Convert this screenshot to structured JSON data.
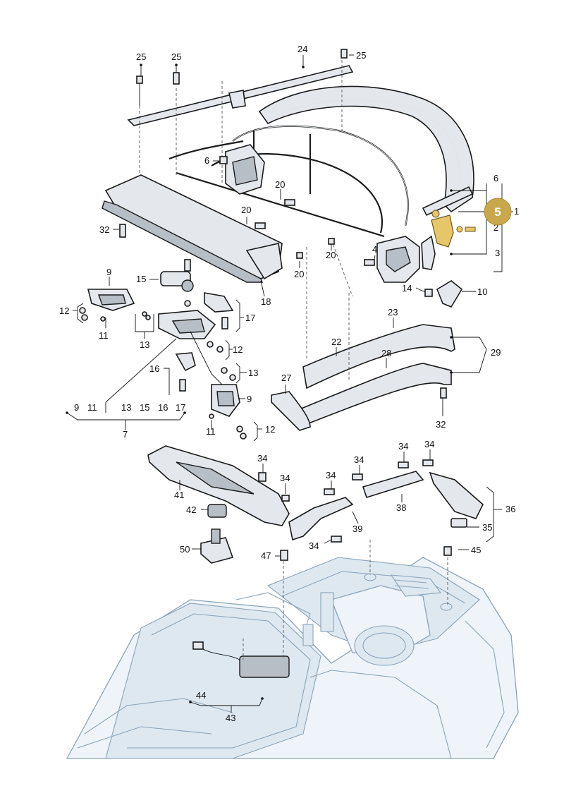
{
  "diagram": {
    "labels": {
      "l25a": "25",
      "l25b": "25",
      "l24": "24",
      "l25c": "25",
      "l6a": "6",
      "l6b": "6",
      "l1": "1",
      "l2": "2",
      "l3": "3",
      "l20a": "20",
      "l20b": "20",
      "l20c": "20",
      "l20d": "20",
      "l32a": "32",
      "l4": "4",
      "l9a": "9",
      "l15": "15",
      "l14": "14",
      "l10": "10",
      "l18": "18",
      "l12a": "12",
      "l11a": "11",
      "l17": "17",
      "l13a": "13",
      "l12b": "12",
      "l23": "23",
      "l22": "22",
      "l28": "28",
      "l29": "29",
      "l16": "16",
      "l13b": "13",
      "l27": "27",
      "l9b": "9",
      "r9": "9",
      "r11": "11",
      "r13": "13",
      "r15": "15",
      "r16": "16",
      "r17": "17",
      "l7": "7",
      "l32b": "32",
      "l11b": "11",
      "l12c": "12",
      "l34a": "34",
      "l34b": "34",
      "l34c": "34",
      "l34d": "34",
      "l34e": "34",
      "l34f": "34",
      "l34g": "34",
      "l41": "41",
      "l38": "38",
      "l36": "36",
      "l42": "42",
      "l39": "39",
      "l35": "35",
      "l50": "50",
      "l47": "47",
      "l45": "45",
      "l44": "44",
      "l43": "43"
    },
    "callout": {
      "number": "5",
      "color": "#c9a84c"
    }
  }
}
